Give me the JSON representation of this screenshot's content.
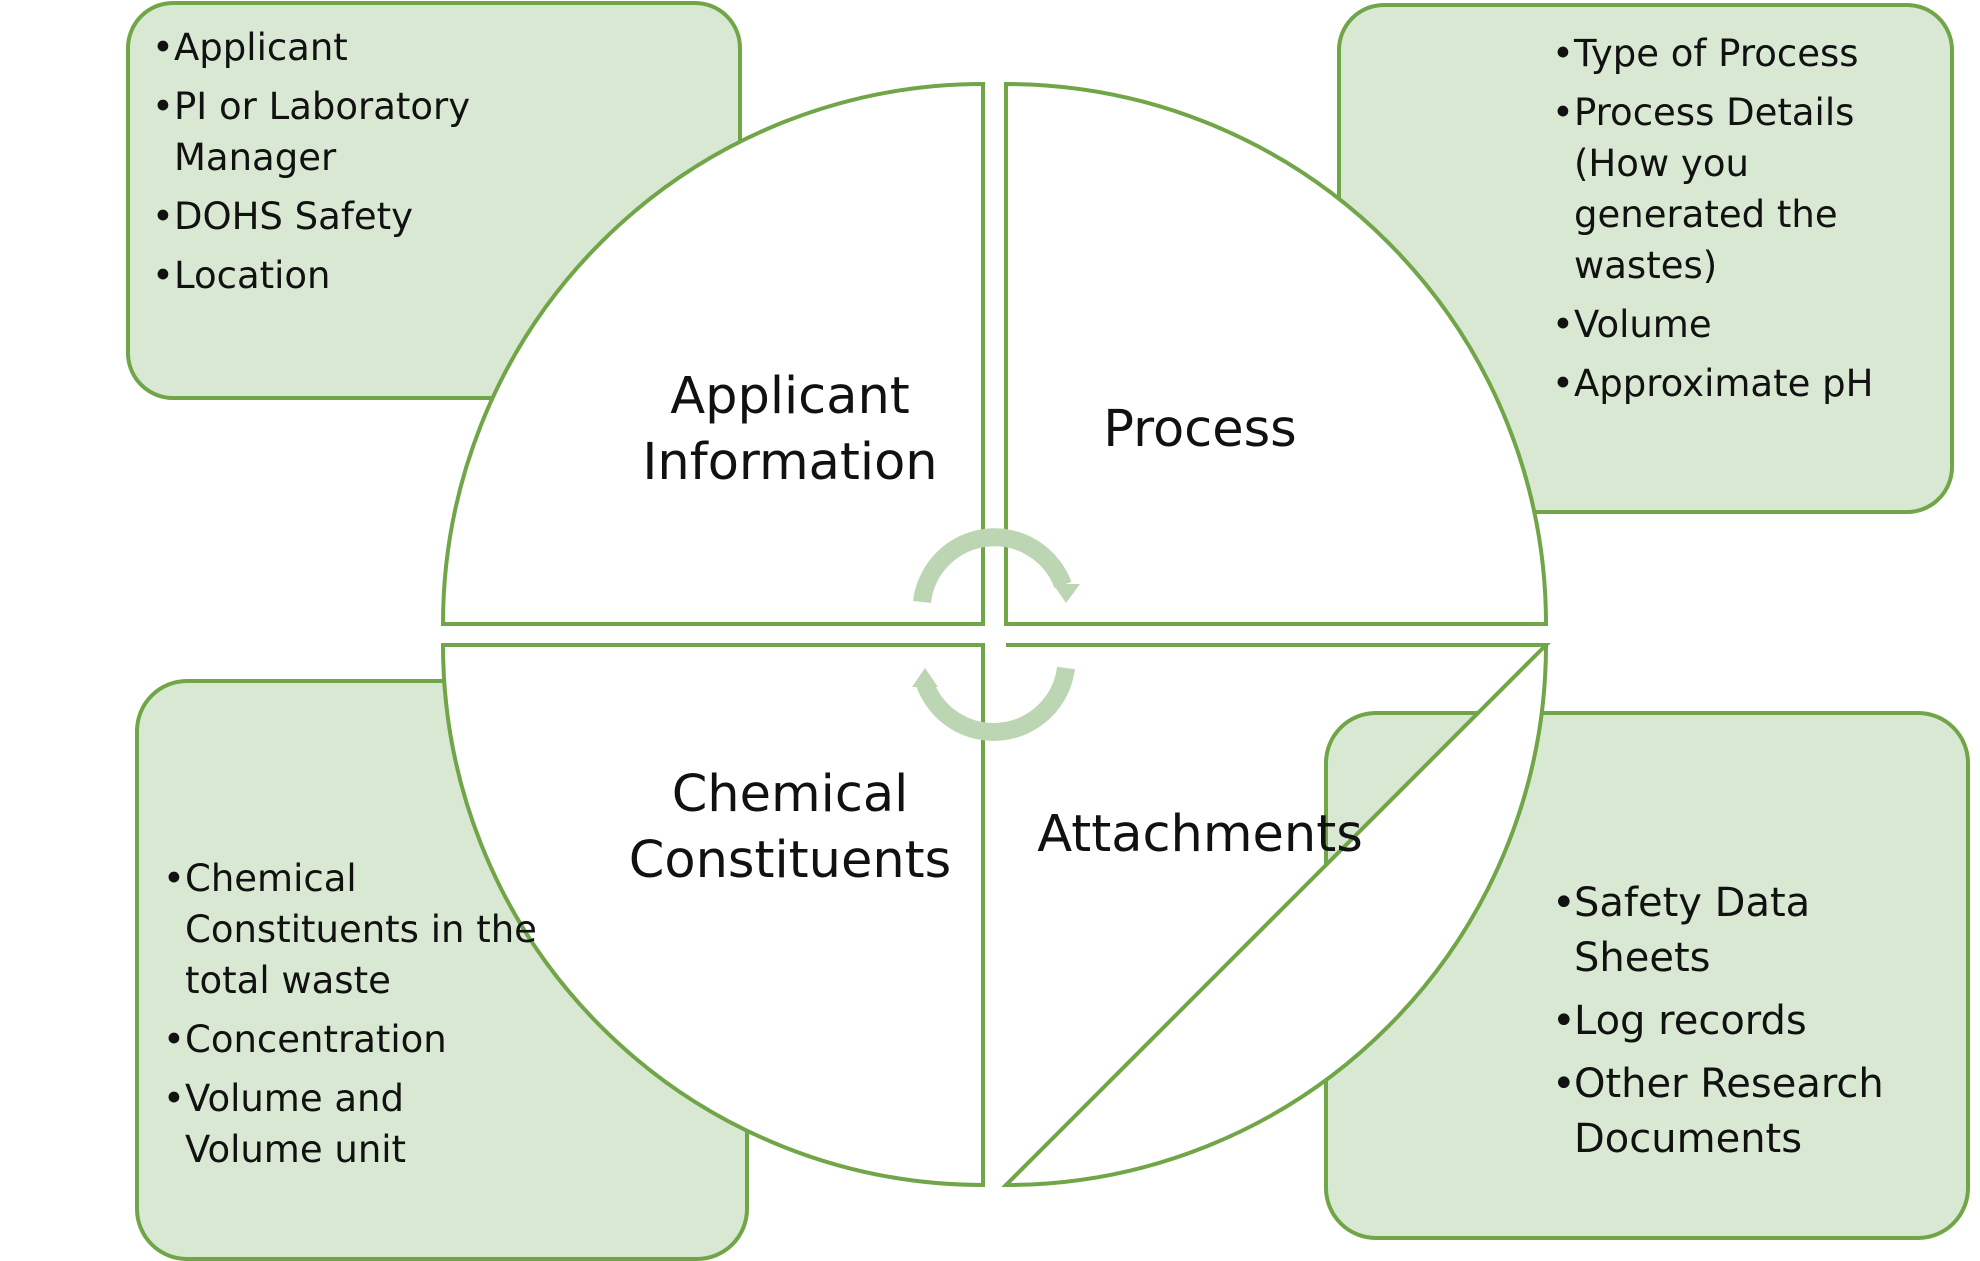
{
  "colors": {
    "card_fill": "#d9e8d3",
    "outline": "#70a548",
    "quadrant_fill": "#ffffff",
    "arrow": "#bcd6b3"
  },
  "quadrants": [
    {
      "id": "applicant",
      "label": "Applicant Information"
    },
    {
      "id": "process",
      "label": "Process"
    },
    {
      "id": "chemical",
      "label": "Chemical Constituents"
    },
    {
      "id": "attachments",
      "label": "Attachments"
    }
  ],
  "cards": {
    "top_left": {
      "items": [
        "Applicant",
        "PI or Laboratory Manager",
        "DOHS Safety",
        "Location"
      ]
    },
    "top_right": {
      "items": [
        "Type of Process",
        "Process Details (How you generated the wastes)",
        "Volume",
        "Approximate pH"
      ]
    },
    "bottom_left": {
      "items": [
        "Chemical Constituents in the total waste",
        "Concentration",
        "Volume and Volume unit"
      ]
    },
    "bottom_right": {
      "items": [
        "Safety Data Sheets",
        "Log records",
        "Other Research Documents"
      ]
    }
  },
  "icons": {
    "cycle": "circular-arrows-icon"
  }
}
